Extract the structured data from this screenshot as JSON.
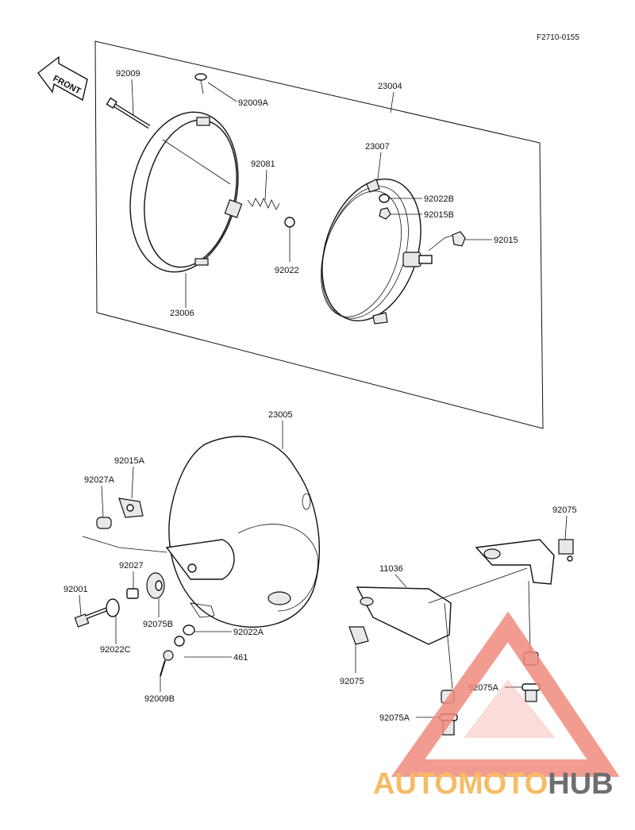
{
  "diagram": {
    "reference_code": "F2710-0155",
    "front_arrow_text": "FRONT",
    "labels": {
      "p92009": "92009",
      "p92009A": "92009A",
      "p23004": "23004",
      "p23007": "23007",
      "p92081": "92081",
      "p92022B": "92022B",
      "p92015B": "92015B",
      "p92015": "92015",
      "p92022": "92022",
      "p23006": "23006",
      "p23005": "23005",
      "p92015A": "92015A",
      "p92027A": "92027A",
      "p92027": "92027",
      "p92001": "92001",
      "p92075B": "92075B",
      "p92022A": "92022A",
      "p461": "461",
      "p92022C": "92022C",
      "p92009B": "92009B",
      "p11036": "11036",
      "p92075_top": "92075",
      "p92075_bottom": "92075",
      "p92075A_right": "92075A",
      "p92075A_left": "92075A"
    },
    "watermark": {
      "text_part1": "AUTOMOTO",
      "text_part2": "HUB",
      "color_primary": "#f08b7e",
      "color_secondary": "#f5b04a",
      "color_dark": "#555555"
    }
  }
}
